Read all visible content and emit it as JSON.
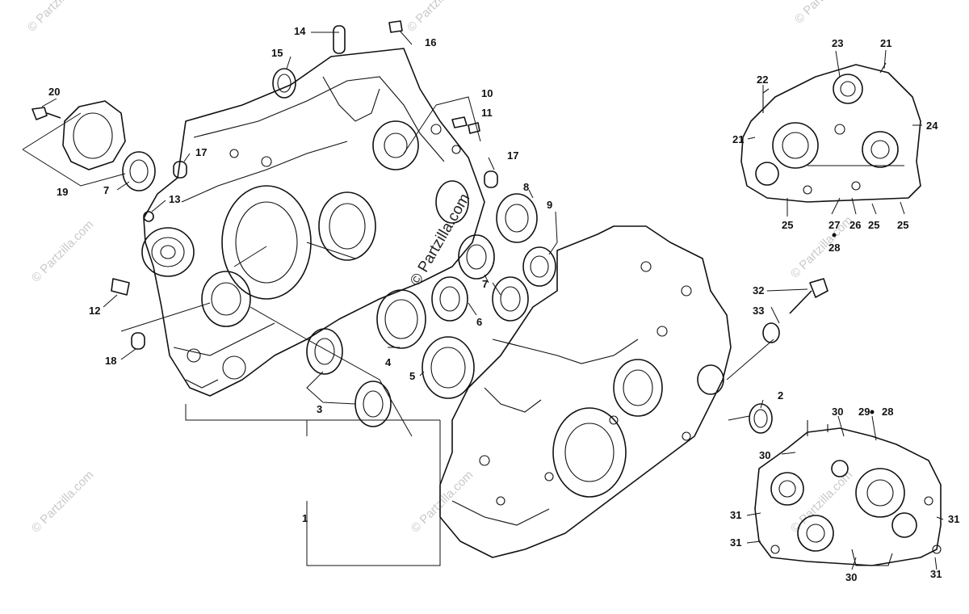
{
  "watermark": {
    "small": "© Partzilla.com",
    "center": "© Partzilla.com"
  },
  "callouts": [
    {
      "id": "c1",
      "label": "1"
    },
    {
      "id": "c2",
      "label": "2"
    },
    {
      "id": "c3",
      "label": "3"
    },
    {
      "id": "c4",
      "label": "4"
    },
    {
      "id": "c5",
      "label": "5"
    },
    {
      "id": "c6",
      "label": "6"
    },
    {
      "id": "c7a",
      "label": "7"
    },
    {
      "id": "c7b",
      "label": "7"
    },
    {
      "id": "c8",
      "label": "8"
    },
    {
      "id": "c9",
      "label": "9"
    },
    {
      "id": "c10",
      "label": "10"
    },
    {
      "id": "c11",
      "label": "11"
    },
    {
      "id": "c12",
      "label": "12"
    },
    {
      "id": "c13",
      "label": "13"
    },
    {
      "id": "c14",
      "label": "14"
    },
    {
      "id": "c15",
      "label": "15"
    },
    {
      "id": "c16",
      "label": "16"
    },
    {
      "id": "c17a",
      "label": "17"
    },
    {
      "id": "c17b",
      "label": "17"
    },
    {
      "id": "c18",
      "label": "18"
    },
    {
      "id": "c19",
      "label": "19"
    },
    {
      "id": "c20",
      "label": "20"
    },
    {
      "id": "c21a",
      "label": "21"
    },
    {
      "id": "c21b",
      "label": "21"
    },
    {
      "id": "c22",
      "label": "22"
    },
    {
      "id": "c23",
      "label": "23"
    },
    {
      "id": "c24",
      "label": "24"
    },
    {
      "id": "c25a",
      "label": "25"
    },
    {
      "id": "c25b",
      "label": "25"
    },
    {
      "id": "c25c",
      "label": "25"
    },
    {
      "id": "c26",
      "label": "26"
    },
    {
      "id": "c27",
      "label": "27"
    },
    {
      "id": "c28a",
      "label": "28"
    },
    {
      "id": "c28b",
      "label": "28"
    },
    {
      "id": "c29",
      "label": "29"
    },
    {
      "id": "c30a",
      "label": "30"
    },
    {
      "id": "c30b",
      "label": "30"
    },
    {
      "id": "c30c",
      "label": "30"
    },
    {
      "id": "c31a",
      "label": "31"
    },
    {
      "id": "c31b",
      "label": "31"
    },
    {
      "id": "c31c",
      "label": "31"
    },
    {
      "id": "c31d",
      "label": "31"
    },
    {
      "id": "c32",
      "label": "32"
    },
    {
      "id": "c33",
      "label": "33"
    }
  ]
}
